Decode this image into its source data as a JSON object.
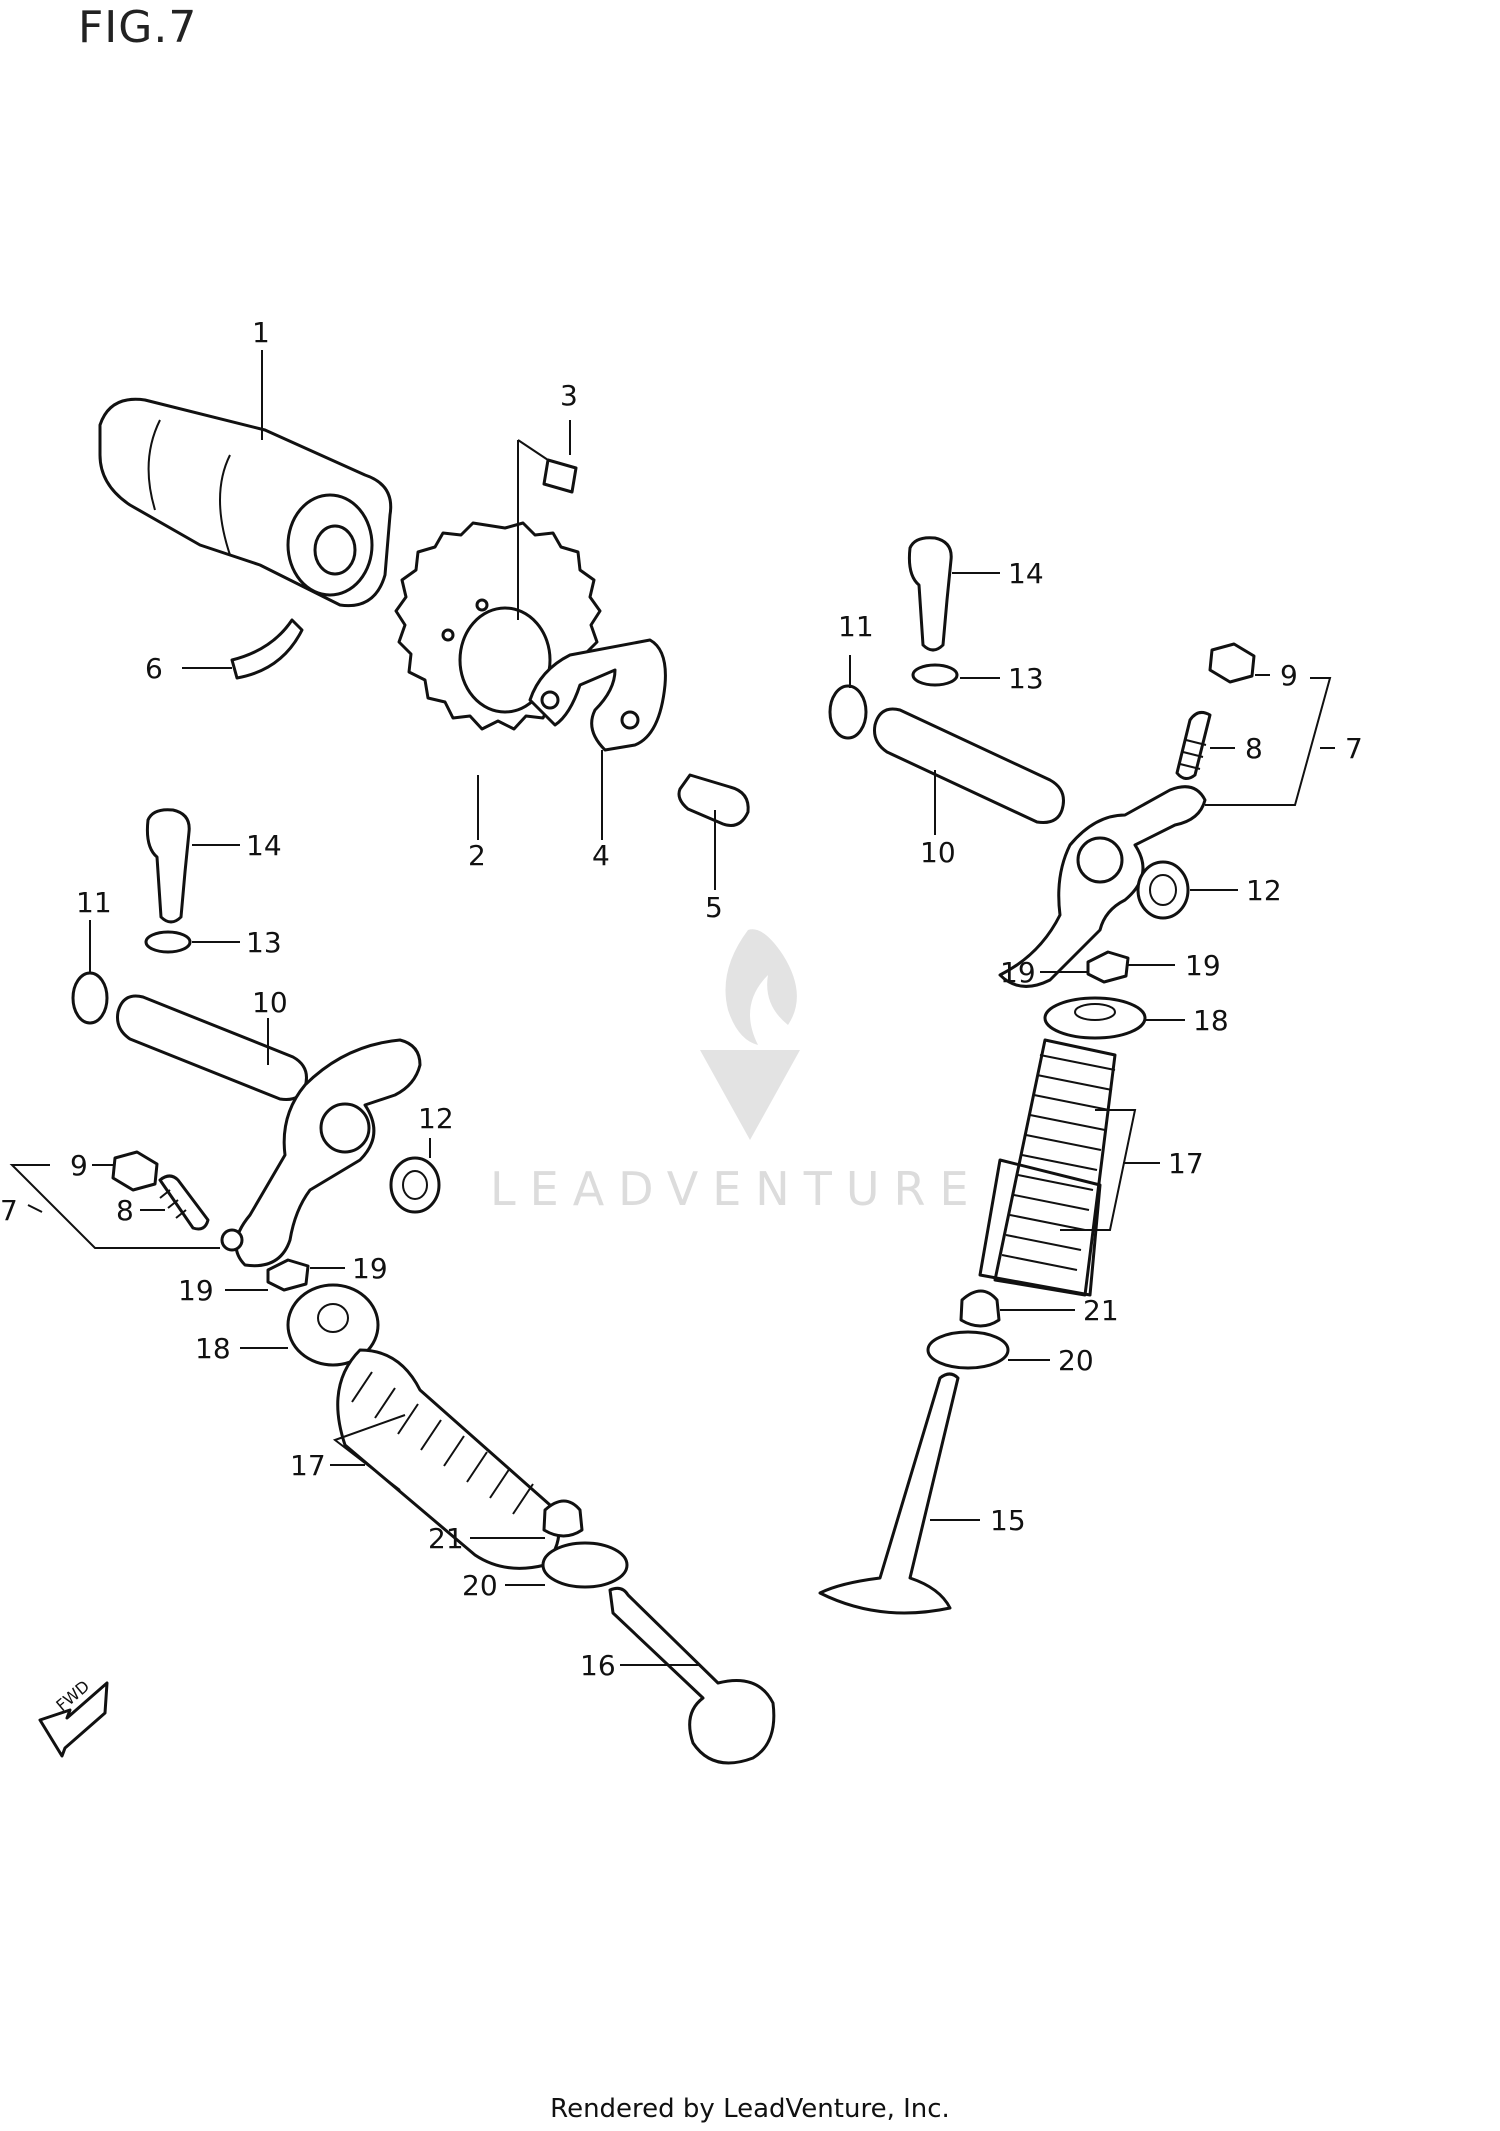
{
  "figure_title": "FIG.7",
  "footer_credit": "Rendered by LeadVenture, Inc.",
  "watermark_text": "LEADVENTURE",
  "fwd_label": "FWD",
  "callouts": [
    "1",
    "2",
    "3",
    "4",
    "5",
    "6",
    "7",
    "7",
    "8",
    "8",
    "9",
    "9",
    "10",
    "10",
    "11",
    "11",
    "12",
    "12",
    "13",
    "13",
    "14",
    "14",
    "15",
    "16",
    "17",
    "17",
    "18",
    "18",
    "19",
    "19",
    "19",
    "19",
    "20",
    "20",
    "21",
    "21"
  ],
  "colors": {
    "line": "#111111",
    "watermark": "#dcdcdc",
    "background": "#ffffff"
  }
}
